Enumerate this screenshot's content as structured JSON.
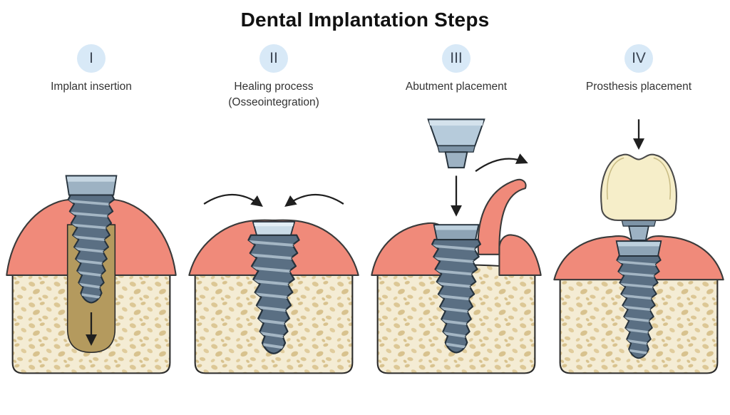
{
  "title": "Dental Implantation Steps",
  "steps": [
    {
      "numeral": "I",
      "label": "Implant insertion",
      "label2": ""
    },
    {
      "numeral": "II",
      "label": "Healing process",
      "label2": "(Osseointegration)"
    },
    {
      "numeral": "III",
      "label": "Abutment placement",
      "label2": ""
    },
    {
      "numeral": "IV",
      "label": "Prosthesis placement",
      "label2": ""
    }
  ],
  "colors": {
    "gum": "#f08a7a",
    "bone_bg": "#f4ecd4",
    "bone_speckle": "#dcc795",
    "socket": "#b49a5e",
    "implant_dark": "#5a6f83",
    "implant_light": "#a4b6c4",
    "implant_cap": "#cadbe7",
    "crown": "#f6eec9",
    "step_circle": "#d8e9f7",
    "title_color": "#111111"
  }
}
